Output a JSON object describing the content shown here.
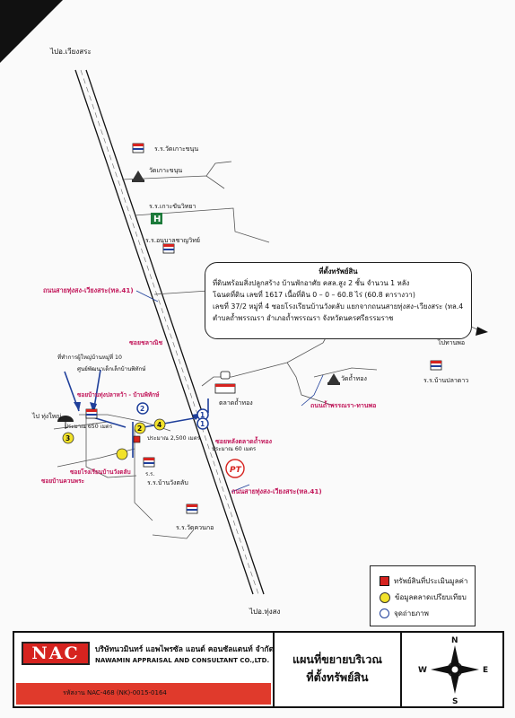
{
  "labels": {
    "to_wiang_sa": "ไปอ.เวียงสระ",
    "to_thung_song": "ไปอ.ทุ่งสง",
    "to_thung_yai": "ไป ทุ่งใหญ่",
    "school_wat_ko_khanun": "ร.ร.วัดเกาะขนุน",
    "wat_ko_khanun": "วัดเกาะขนุน",
    "school_kho_khanun_wittaya": "ร.ร.เกาะขันวิทยา",
    "school_anuban": "ร.ร.อนุบาลชาญวิทย์",
    "road_thung_song_wiang_sa_upper": "ถนนสายทุ่งสง-เวียงสระ(ทล.41)",
    "road_thung_song_wiang_sa_lower": "ถนนสายทุ่งสง-เวียงสระ(ทล.41)",
    "soi_upper": "ซอยชลาณิช",
    "village_head_office": "ที่ทำการผู้ใหญ่บ้านหมู่ที่ 10",
    "health_center": "ศูนย์พัฒนาเด็กเล็กบ้านพิทักษ์",
    "soi_ban_pu": "ซอยบ้านทุ่งปลาหว้า - บ้านพิทักษ์",
    "soi_school_wang_tap": "ซอยโรงเรียนบ้านวังตลับ",
    "soi_ban_khuan": "ซอยบ้านควนพระ",
    "dist_650": "ประมาณ 650 เมตร",
    "dist_2500": "ประมาณ 2,500 เมตร",
    "dist_60": "ประมาณ 60 เมตร",
    "market": "ตลาดถ้ำทอง",
    "soi_behind_market": "ซอยหลังตลาดถ้ำทอง",
    "wat_tham_thong": "วัดถ้ำทอง",
    "road_phrasana": "ถนนถ้ำพรรณรา-ทานพอ",
    "to_thanpho": "ไปทานพอ",
    "school_ban_pla_dao": "ร.ร.บ้านปลาดาว",
    "school_ban_wang_tap": "ร.ร.บ้านวังตลับ",
    "school_wat_khuan_kot": "ร.ร.วัดควนกอ",
    "school_small": "ร.ร.",
    "ptt": "PT",
    "marker_1a": "1",
    "marker_1b": "1",
    "marker_2a": "2",
    "marker_2b": "2",
    "marker_3": "3",
    "marker_4": "4",
    "hospital_h": "H"
  },
  "info_box": {
    "title": "ที่ตั้งทรัพย์สิน",
    "line1": "ที่ดินพร้อมสิ่งปลูกสร้าง บ้านพักอาศัย คสล.สูง 2 ชั้น จำนวน 1 หลัง",
    "line2": "โฉนดที่ดิน เลขที่ 1617 เนื้อที่ดิน 0 – 0 – 60.8 ไร่ (60.8 ตารางวา)",
    "line3": "เลขที่ 37/2 หมู่ที่ 4 ซอยโรงเรียนบ้านวังตลับ แยกจากถนนสายทุ่งสง–เวียงสระ (ทล.41)",
    "line4": "ตำบลถ้ำพรรณรา อำเภอถ้ำพรรณรา จังหวัดนครศรีธรรมราช"
  },
  "legend": {
    "item1": "ทรัพย์สินที่ประเมินมูลค่า",
    "item2": "ข้อมูลตลาดเปรียบเทียบ",
    "item3": "จุดถ่ายภาพ"
  },
  "footer": {
    "logo": "NAC",
    "company_th": "บริษัทนวมินทร์ แอพไพรซัล แอนด์ คอนซัลแตนท์ จำกัด",
    "company_en": "NAWAMIN APPRAISAL AND CONSULTANT CO.,LTD.",
    "code": "รหัสงาน NAC-468 (NK)-0015-0164",
    "title_line1": "แผนที่ขยายบริเวณ",
    "title_line2": "ที่ตั้งทรัพย์สิน"
  },
  "compass": {
    "n": "N",
    "s": "S",
    "e": "E",
    "w": "W"
  },
  "colors": {
    "red": "#d6231f",
    "blue": "#1f3f9a",
    "yellow": "#f2e22a",
    "magenta_text": "#c2185b"
  }
}
